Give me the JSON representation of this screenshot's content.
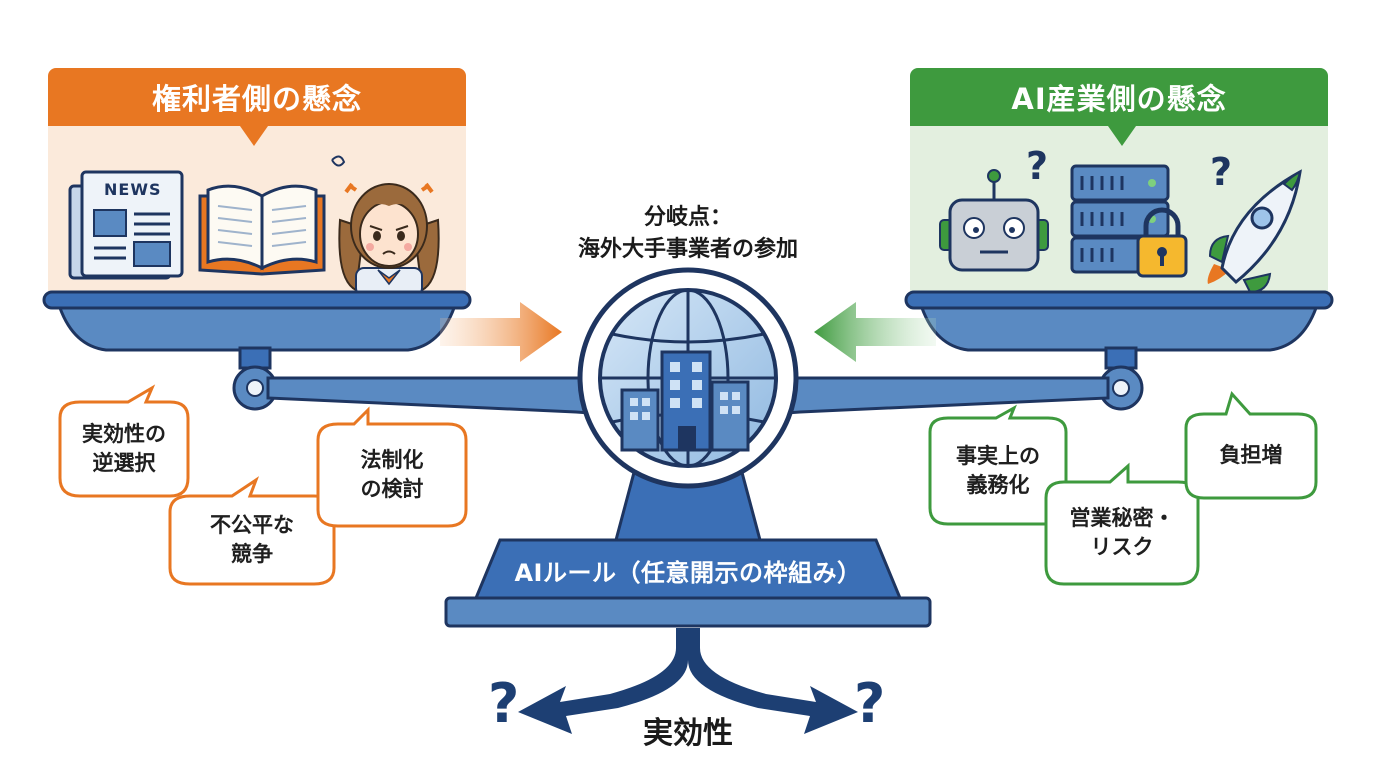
{
  "left_panel": {
    "header": "権利者側の懸念",
    "color": "#e87722",
    "news_label": "NEWS",
    "icons": [
      "newspaper-icon",
      "open-book-icon",
      "worried-girl-icon"
    ]
  },
  "right_panel": {
    "header": "AI産業側の懸念",
    "color": "#3e9a3e",
    "icons": [
      "robot-icon",
      "server-lock-icon",
      "rocket-icon"
    ]
  },
  "center": {
    "branch_point": "分岐点：\n海外大手事業者の参加",
    "globe_icon": "globe-buildings-icon"
  },
  "rule_base": {
    "label": "AIルール（任意開示の枠組み）",
    "color": "#3b6fb6"
  },
  "left_bubbles": [
    {
      "text": "実効性の\n逆選択"
    },
    {
      "text": "不公平な\n競争"
    },
    {
      "text": "法制化\nの検討"
    }
  ],
  "right_bubbles": [
    {
      "text": "事実上の\n義務化"
    },
    {
      "text": "営業秘密・\nリスク"
    },
    {
      "text": "負担増"
    }
  ],
  "bottom": {
    "label": "実効性",
    "left_mark": "?",
    "right_mark": "?"
  },
  "marks": {
    "robot_question": "?",
    "rocket_question": "?"
  }
}
